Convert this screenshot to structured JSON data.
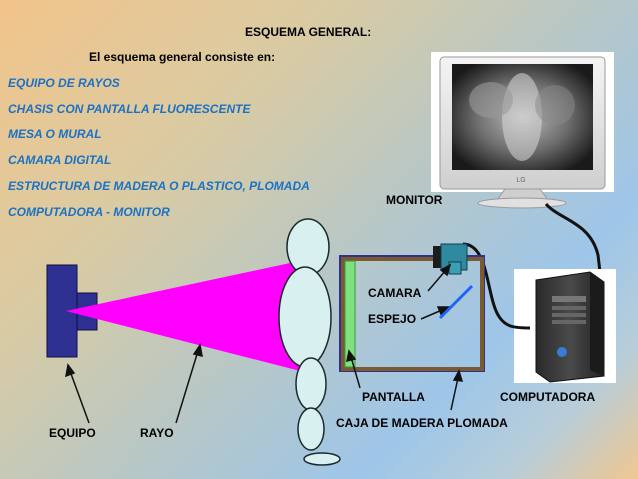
{
  "title": "ESQUEMA GENERAL:",
  "intro": "El esquema general consiste en:",
  "items": [
    "EQUIPO DE RAYOS",
    "CHASIS CON PANTALLA FLUORESCENTE",
    "MESA  O MURAL",
    "CAMARA DIGITAL",
    "ESTRUCTURA DE MADERA O PLASTICO, PLOMADA",
    "COMPUTADORA - MONITOR"
  ],
  "labels": {
    "monitor": "MONITOR",
    "camara": "CAMARA",
    "espejo": "ESPEJO",
    "pantalla": "PANTALLA",
    "computadora": "COMPUTADORA",
    "caja": "CAJA DE MADERA PLOMADA",
    "equipo": "EQUIPO",
    "rayo": "RAYO",
    "monitor_brand": "LG"
  },
  "colors": {
    "item_text": "#1b72c4",
    "equipo": "#2e3192",
    "beam": "#ff00ff",
    "box_frame": "#7a5a2e",
    "screen": "#7fe07f",
    "mirror": "#1a66ff"
  }
}
